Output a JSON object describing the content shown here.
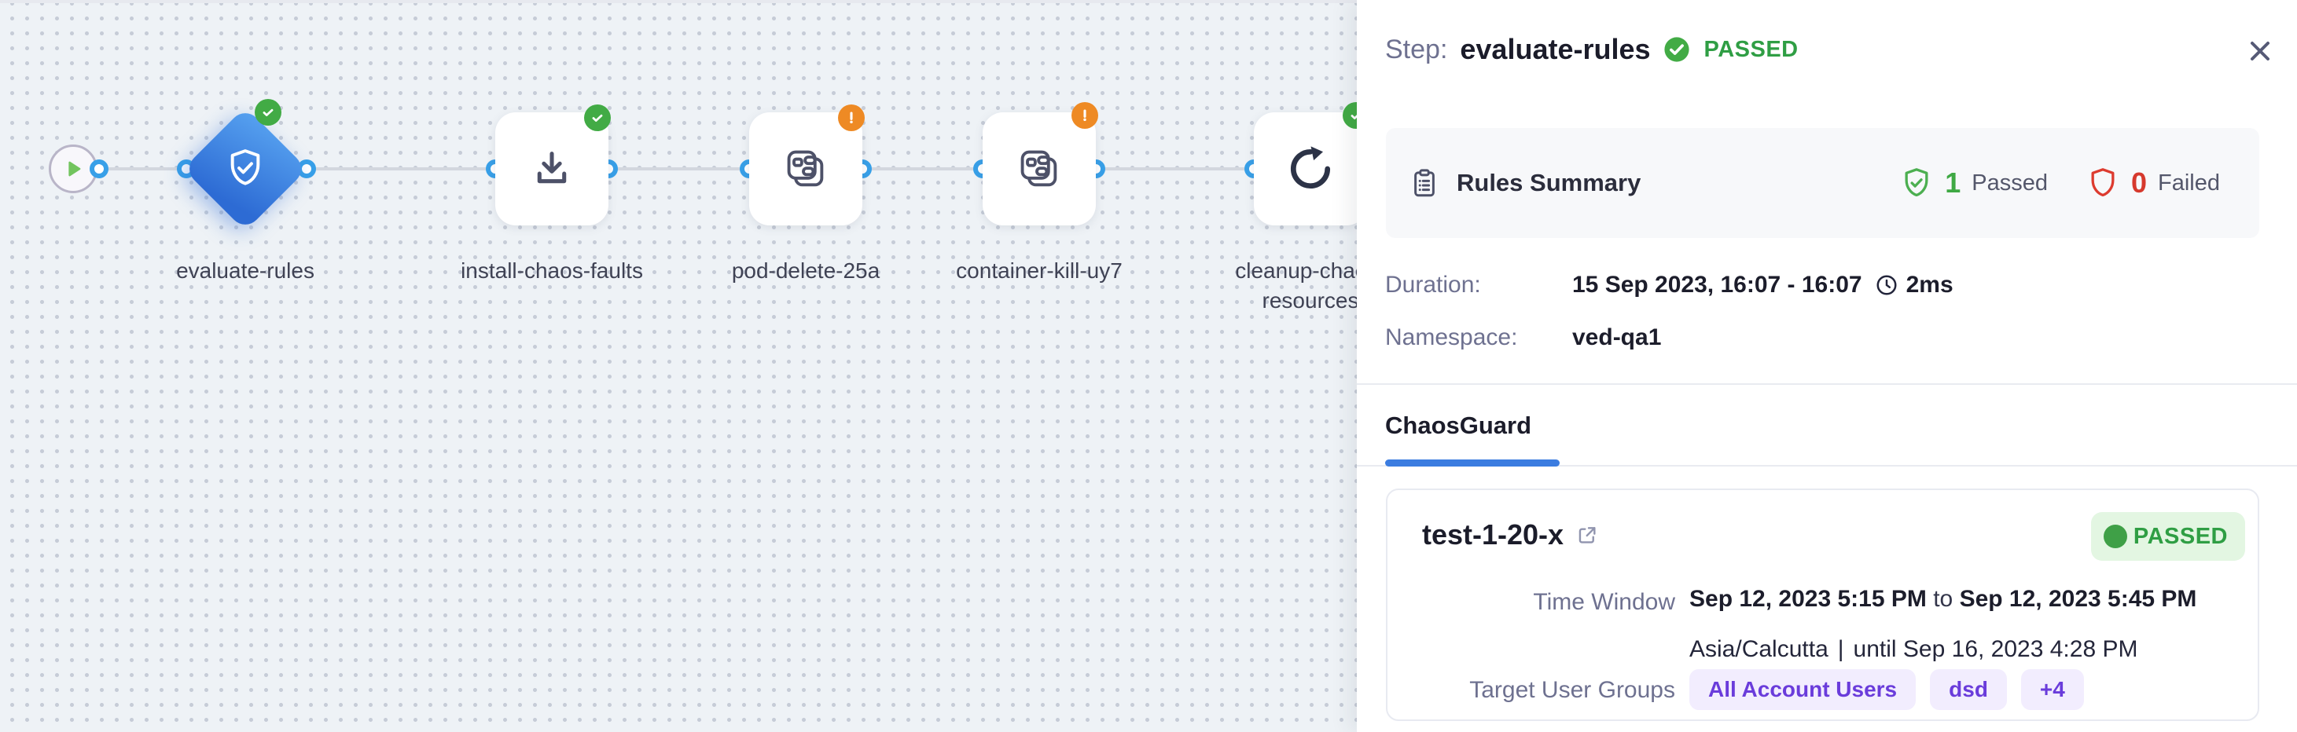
{
  "colors": {
    "canvas_bg": "#eef2f6",
    "accent_blue": "#2d6bd4",
    "port_blue": "#38a0e8",
    "success_green": "#42ab45",
    "warning_orange": "#ee8a24",
    "fail_red": "#d6392d",
    "purple": "#6a3cdb",
    "tab_underline": "#3b7ce0"
  },
  "canvas": {
    "nodes": [
      {
        "label": "evaluate-rules",
        "status": "passed",
        "selected": true
      },
      {
        "label": "install-chaos-faults",
        "status": "passed"
      },
      {
        "label": "pod-delete-25a",
        "status": "warning"
      },
      {
        "label": "container-kill-uy7",
        "status": "warning"
      },
      {
        "label": "cleanup-chaos-resources",
        "status": "passed"
      }
    ]
  },
  "panel": {
    "header": {
      "prefix": "Step:",
      "title": "evaluate-rules",
      "status": "PASSED"
    },
    "rules_summary": {
      "title": "Rules Summary",
      "passed_count": "1",
      "passed_label": "Passed",
      "failed_count": "0",
      "failed_label": "Failed"
    },
    "meta": {
      "duration_label": "Duration:",
      "duration_value": "15 Sep 2023, 16:07 - 16:07",
      "elapsed": "2ms",
      "namespace_label": "Namespace:",
      "namespace_value": "ved-qa1"
    },
    "tabs": [
      {
        "label": "ChaosGuard",
        "active": true
      }
    ],
    "guard_card": {
      "name": "test-1-20-x",
      "status": "PASSED",
      "time_window_label": "Time Window",
      "time_window_start": "Sep 12, 2023 5:15 PM",
      "time_window_to": "to",
      "time_window_end": "Sep 12, 2023 5:45 PM",
      "timezone": "Asia/Calcutta",
      "separator": "|",
      "until": "until Sep 16, 2023 4:28 PM",
      "target_user_groups_label": "Target User Groups",
      "groups": [
        "All Account Users",
        "dsd",
        "+4"
      ]
    }
  }
}
